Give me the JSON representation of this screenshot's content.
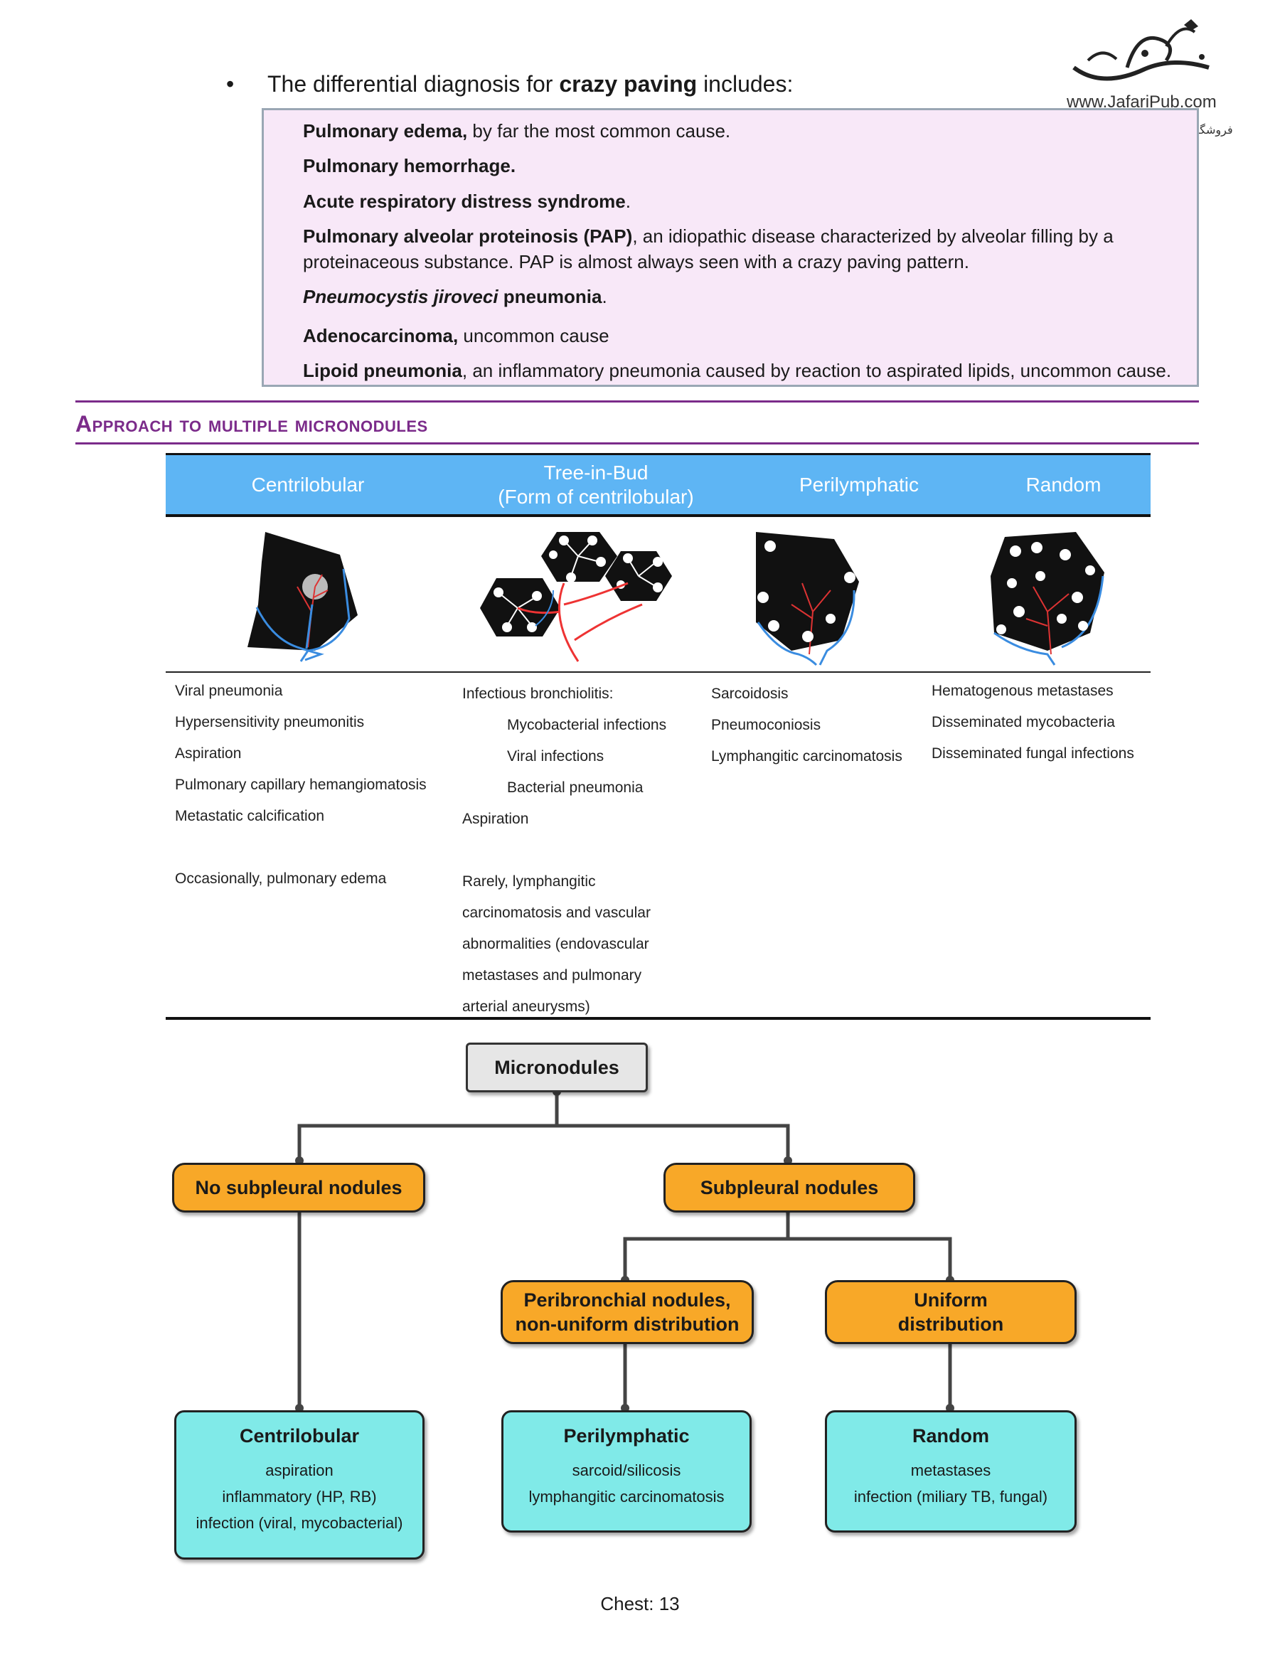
{
  "logo": {
    "url": "www.JafariPub.com",
    "persian_text": "فروشگاه تخصصی پزشکی جعفری نوین"
  },
  "crazy_paving": {
    "intro_pre": "The differential diagnosis for ",
    "intro_bold": "crazy paving",
    "intro_post": " includes:",
    "items": [
      {
        "bold": "Pulmonary edema,",
        "rest": " by far the most common cause."
      },
      {
        "bold": "Pulmonary hemorrhage.",
        "rest": ""
      },
      {
        "bold": "Acute respiratory distress syndrome",
        "rest": "."
      },
      {
        "bold": "Pulmonary alveolar proteinosis (PAP)",
        "rest": ", an idiopathic disease characterized by alveolar filling by a proteinaceous substance. PAP is almost always seen with a crazy paving pattern."
      },
      {
        "bold_italic": "Pneumocystis jiroveci",
        "bold": " pneumonia",
        "rest": "."
      },
      {
        "bold": "Adenocarcinoma,",
        "rest": " uncommon cause"
      },
      {
        "bold": "Lipoid pneumonia",
        "rest": ", an inflammatory pneumonia caused by reaction to aspirated lipids, uncommon cause."
      }
    ]
  },
  "section": {
    "title": "Approach to multiple micronodules"
  },
  "table": {
    "headers": [
      "Centrilobular",
      "Tree-in-Bud",
      "(Form of centrilobular)",
      "Perilymphatic",
      "Random"
    ],
    "centrilobular": [
      "Viral pneumonia",
      "Hypersensitivity pneumonitis",
      "Aspiration",
      "Pulmonary capillary hemangiomatosis",
      "Metastatic calcification",
      "Occasionally, pulmonary edema"
    ],
    "tree_in_bud": [
      "Infectious bronchiolitis:",
      "Mycobacterial infections",
      "Viral infections",
      "Bacterial pneumonia",
      "Aspiration",
      "Rarely, lymphangitic",
      "carcinomatosis and vascular",
      "abnormalities (endovascular",
      "metastases and pulmonary",
      "arterial aneurysms)"
    ],
    "perilymphatic": [
      "Sarcoidosis",
      "Pneumoconiosis",
      "Lymphangitic carcinomatosis"
    ],
    "random": [
      "Hematogenous metastases",
      "Disseminated mycobacteria",
      "Disseminated fungal infections"
    ]
  },
  "flowchart": {
    "root": "Micronodules",
    "no_subpleural": "No subpleural nodules",
    "subpleural": "Subpleural nodules",
    "peribronchial_1": "Peribronchial nodules,",
    "peribronchial_2": "non-uniform distribution",
    "uniform_1": "Uniform",
    "uniform_2": "distribution",
    "centrilobular": {
      "title": "Centrilobular",
      "lines": [
        "aspiration",
        "inflammatory (HP, RB)",
        "infection (viral, mycobacterial)"
      ]
    },
    "perilymphatic": {
      "title": "Perilymphatic",
      "lines": [
        "sarcoid/silicosis",
        "lymphangitic carcinomatosis"
      ]
    },
    "random": {
      "title": "Random",
      "lines": [
        "metastases",
        "infection (miliary TB, fungal)"
      ]
    }
  },
  "footer": {
    "page": "Chest: 13"
  },
  "colors": {
    "section_purple": "#7b2b8a",
    "table_header_blue": "#5eb5f4",
    "box_pink": "#f8e8f8",
    "node_orange": "#f8a828",
    "node_cyan": "#80eae8"
  }
}
